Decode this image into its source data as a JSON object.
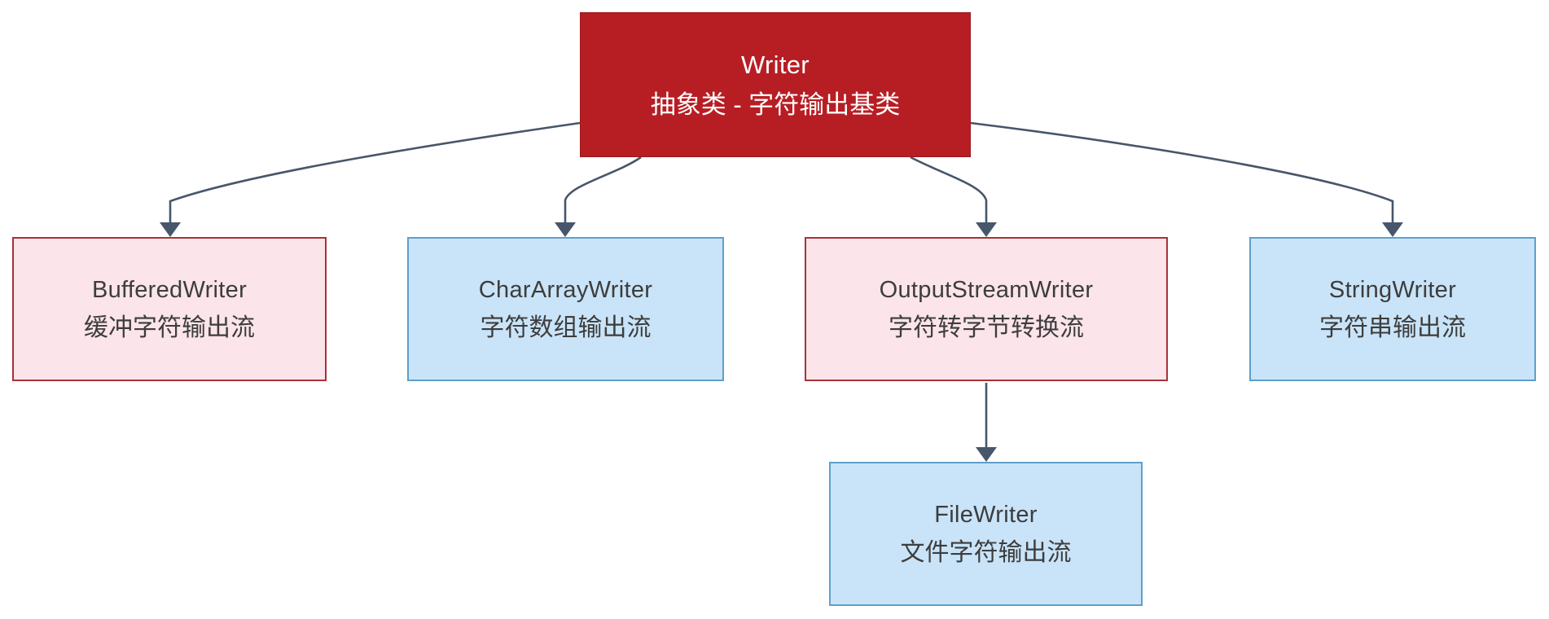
{
  "diagram": {
    "type": "class-hierarchy-flowchart",
    "colors": {
      "background": "#ffffff",
      "root-fill": "#b71e24",
      "root-border": "#9a181d",
      "root-text": "#ffffff",
      "pink-fill": "#fbe4ea",
      "pink-border": "#a83238",
      "blue-fill": "#c9e4f8",
      "blue-border": "#5e9fcb",
      "edge": "#47566a",
      "node-text": "#3d3d3d"
    },
    "nodes": [
      {
        "id": "writer",
        "name": "Writer",
        "subtitle": "抽象类 - 字符输出基类",
        "style": "red"
      },
      {
        "id": "buffered-writer",
        "name": "BufferedWriter",
        "subtitle": "缓冲字符输出流",
        "style": "pink"
      },
      {
        "id": "char-array-writer",
        "name": "CharArrayWriter",
        "subtitle": "字符数组输出流",
        "style": "blue"
      },
      {
        "id": "output-stream-writer",
        "name": "OutputStreamWriter",
        "subtitle": "字符转字节转换流",
        "style": "pink"
      },
      {
        "id": "string-writer",
        "name": "StringWriter",
        "subtitle": "字符串输出流",
        "style": "blue"
      },
      {
        "id": "file-writer",
        "name": "FileWriter",
        "subtitle": "文件字符输出流",
        "style": "blue"
      }
    ],
    "edges": [
      {
        "from": "writer",
        "to": "buffered-writer"
      },
      {
        "from": "writer",
        "to": "char-array-writer"
      },
      {
        "from": "writer",
        "to": "output-stream-writer"
      },
      {
        "from": "writer",
        "to": "string-writer"
      },
      {
        "from": "output-stream-writer",
        "to": "file-writer"
      }
    ]
  }
}
